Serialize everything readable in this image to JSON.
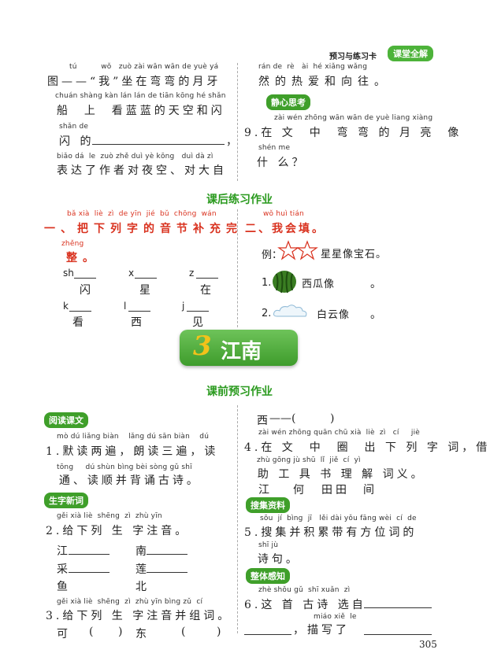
{
  "header": {
    "small": "预习与练习卡",
    "badge": "课堂全解"
  },
  "left_top": {
    "l1_py": "tú          wǒ   zuò zài wān wān de yuè yá",
    "l1_hz": "图——“我”坐在弯弯的月牙",
    "l2_py": "chuán shàng kàn lán lán de tiān kōng hé shǎn",
    "l2_hz": "船  上  看蓝蓝的天空和闪",
    "l3_py": "shǎn de",
    "l3_hz": "闪 的",
    "l4_py": "biǎo dá  le  zuò zhě duì yè kōng   duì dà zì",
    "l4_hz": "表达了作者对夜空、对大自"
  },
  "right_top": {
    "l1_py": "rán de  rè   ài  hé xiǎng wǎng",
    "l1_hz": "然的热爱和向往。",
    "tag": "静心思考",
    "q9_py": "zài wén zhōng wān wān de yuè liang xiàng",
    "q9_hz": "9.在 文  中  弯 弯 的 月 亮  像",
    "q9b_py": "shén me",
    "q9b_hz": "什 么？"
  },
  "section1_title": "课后练习作业",
  "ex1": {
    "py": "bǎ xià  liè  zì  de yīn  jié  bǔ  chōng  wán",
    "title": "一、把下列字的音节补充完",
    "py2": "zhěng",
    "title2": "整。",
    "items": [
      {
        "pin": "sh",
        "hz": "闪"
      },
      {
        "pin": "x",
        "hz": "星"
      },
      {
        "pin": "z",
        "hz": "在"
      },
      {
        "pin": "k",
        "hz": "看"
      },
      {
        "pin": "l",
        "hz": "西"
      },
      {
        "pin": "j",
        "hz": "见"
      }
    ]
  },
  "ex2": {
    "py": "wǒ huì tián",
    "title": "二、我会填。",
    "example_label": "例：",
    "example_text": "星星像宝石。",
    "item1_num": "1.",
    "item1_text": "西瓜像",
    "item1_end": "。",
    "item2_num": "2.",
    "item2_text": "白云像",
    "item2_end": "。"
  },
  "lesson": {
    "num": "3",
    "name": "江南"
  },
  "section2_title": "课前预习作业",
  "left_bottom": {
    "tag1": "阅读课文",
    "q1_py": "mò dú liǎng biàn    lǎng dú sān biàn    dú",
    "q1_hz": "1.默读两遍，朗读三遍，读",
    "q1b_py": "tōng     dú shùn bìng bèi sòng gǔ shī",
    "q1b_hz": "  通、读顺并背诵古诗。",
    "tag2": "生字新词",
    "q2_py": "gěi xià liè  shēng  zì  zhù yīn",
    "q2_hz": "2.给下列 生 字注音。",
    "q2_items": [
      "江",
      "南",
      "采",
      "莲",
      "鱼",
      "北"
    ],
    "q3_py": "gěi xià liè  shēng  zì  zhù yīn bìng zǔ  cí",
    "q3_hz": "3.给下列 生 字注音并组词。",
    "q3_a": "可",
    "q3_b": "东"
  },
  "right_bottom": {
    "xi": "西",
    "q4_py": "zài wén zhōng quān chū xià  liè  zì   cí     jiè",
    "q4_hz": "4.在 文  中  圈  出 下 列 字 词，借",
    "q4b_py": "zhù gōng jù shū  lǐ  jiě  cí  yì",
    "q4b_hz": "  助 工 具 书 理 解 词义。",
    "q4_words": [
      "江",
      "何",
      "田田",
      "间"
    ],
    "tag3": "搜集资料",
    "q5_py": "sōu  jí  bìng  jī   lěi dài yǒu fāng wèi  cí  de",
    "q5_hz": "5.搜集并积累带有方位词的",
    "q5b_py": "shī jù",
    "q5b_hz": "  诗句。",
    "tag4": "整体感知",
    "q6_py": "zhè shǒu gǔ  shī xuǎn  zì",
    "q6_hz": "6.这 首 古诗 选自",
    "q6b_py": "miáo xiě  le",
    "q6b_hz": "，描写了"
  },
  "page_number": "305"
}
